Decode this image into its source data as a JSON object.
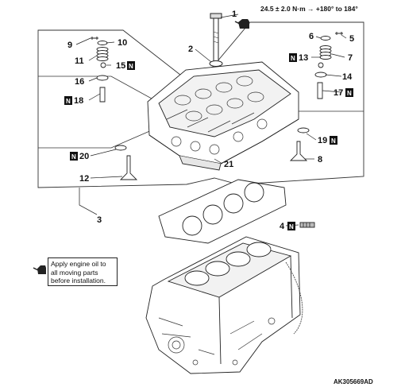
{
  "torque_spec": "24.5 ± 2.0 N·m → +180° to 184°",
  "note": "Apply engine oil to all moving parts before installation.",
  "note_lines": [
    "Apply engine oil to",
    "all moving parts",
    "before installation."
  ],
  "new_part_mark": "N",
  "drawing_code": "AK305669AD",
  "callouts": {
    "c1": "1",
    "c2": "2",
    "c3": "3",
    "c4": "4",
    "c5": "5",
    "c6": "6",
    "c7": "7",
    "c8": "8",
    "c9": "9",
    "c10": "10",
    "c11": "11",
    "c12": "12",
    "c13": "13",
    "c14": "14",
    "c15": "15",
    "c16": "16",
    "c17": "17",
    "c18": "18",
    "c19": "19",
    "c20": "20",
    "c21": "21"
  },
  "new_part_callouts": [
    "4",
    "13",
    "15",
    "17",
    "18",
    "19",
    "20"
  ],
  "icons": [
    "oil-can-icon"
  ]
}
